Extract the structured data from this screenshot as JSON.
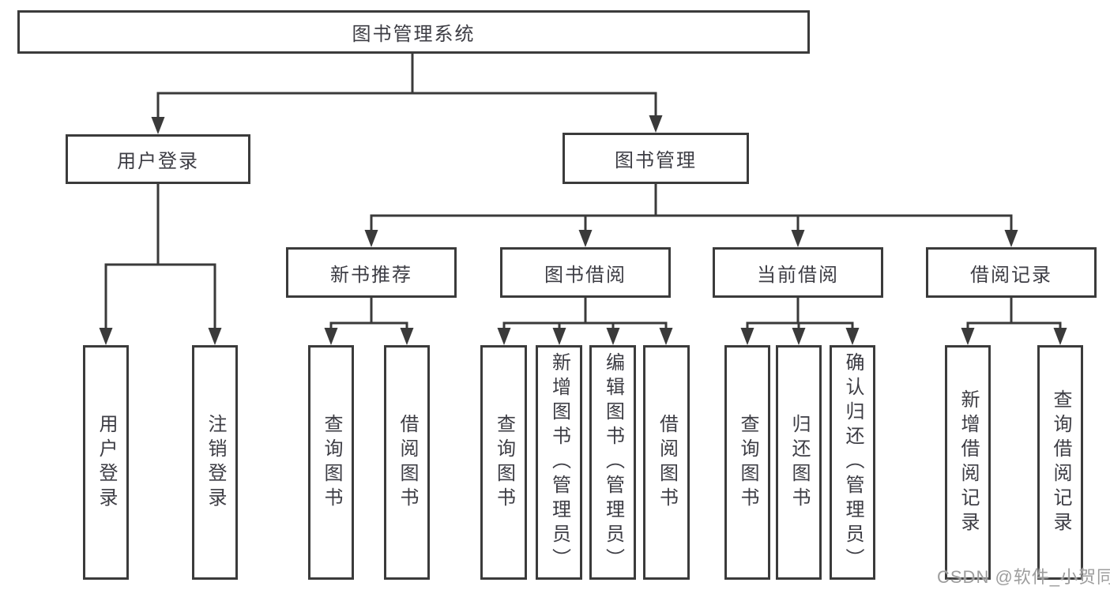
{
  "tree": {
    "root": {
      "label": "图书管理系统",
      "children": [
        {
          "label": "用户登录",
          "children": [
            {
              "label": "用户登录"
            },
            {
              "label": "注销登录"
            }
          ]
        },
        {
          "label": "图书管理",
          "children": [
            {
              "label": "新书推荐",
              "children": [
                {
                  "label": "查询图书"
                },
                {
                  "label": "借阅图书"
                }
              ]
            },
            {
              "label": "图书借阅",
              "children": [
                {
                  "label": "查询图书"
                },
                {
                  "label": "新增图书（管理员）"
                },
                {
                  "label": "编辑图书（管理员）"
                },
                {
                  "label": "借阅图书"
                }
              ]
            },
            {
              "label": "当前借阅",
              "children": [
                {
                  "label": "查询图书"
                },
                {
                  "label": "归还图书"
                },
                {
                  "label": "确认归还（管理员）"
                }
              ]
            },
            {
              "label": "借阅记录",
              "children": [
                {
                  "label": "新增借阅记录"
                },
                {
                  "label": "查询借阅记录"
                }
              ]
            }
          ]
        }
      ]
    }
  },
  "watermark": {
    "text": "CSDN @软件_小贺同学"
  },
  "colors": {
    "line": "#3a3a3a",
    "box_border": "#3b3b3b",
    "text": "#3d3d44",
    "watermark": "#9d9d9d",
    "background": "#ffffff"
  }
}
